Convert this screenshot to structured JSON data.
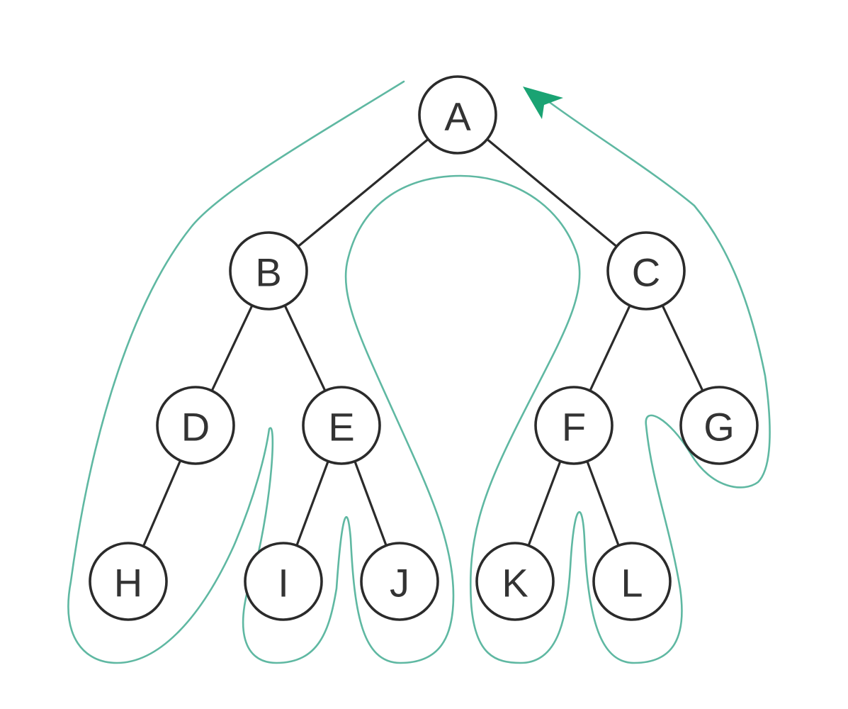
{
  "diagram": {
    "type": "binary-tree-traversal",
    "nodes": [
      {
        "id": "A",
        "label": "A"
      },
      {
        "id": "B",
        "label": "B"
      },
      {
        "id": "C",
        "label": "C"
      },
      {
        "id": "D",
        "label": "D"
      },
      {
        "id": "E",
        "label": "E"
      },
      {
        "id": "F",
        "label": "F"
      },
      {
        "id": "G",
        "label": "G"
      },
      {
        "id": "H",
        "label": "H"
      },
      {
        "id": "I",
        "label": "I"
      },
      {
        "id": "J",
        "label": "J"
      },
      {
        "id": "K",
        "label": "K"
      },
      {
        "id": "L",
        "label": "L"
      }
    ],
    "edges": [
      [
        "A",
        "B"
      ],
      [
        "A",
        "C"
      ],
      [
        "B",
        "D"
      ],
      [
        "B",
        "E"
      ],
      [
        "C",
        "F"
      ],
      [
        "C",
        "G"
      ],
      [
        "D",
        "H"
      ],
      [
        "E",
        "I"
      ],
      [
        "E",
        "J"
      ],
      [
        "F",
        "K"
      ],
      [
        "F",
        "L"
      ]
    ],
    "colors": {
      "node_stroke": "#2b2b2b",
      "label": "#333333",
      "traversal_path": "#5fb8a2",
      "arrow": "#1aa373"
    },
    "traversal": {
      "direction": "counter-clockwise",
      "arrowhead": "end"
    }
  }
}
